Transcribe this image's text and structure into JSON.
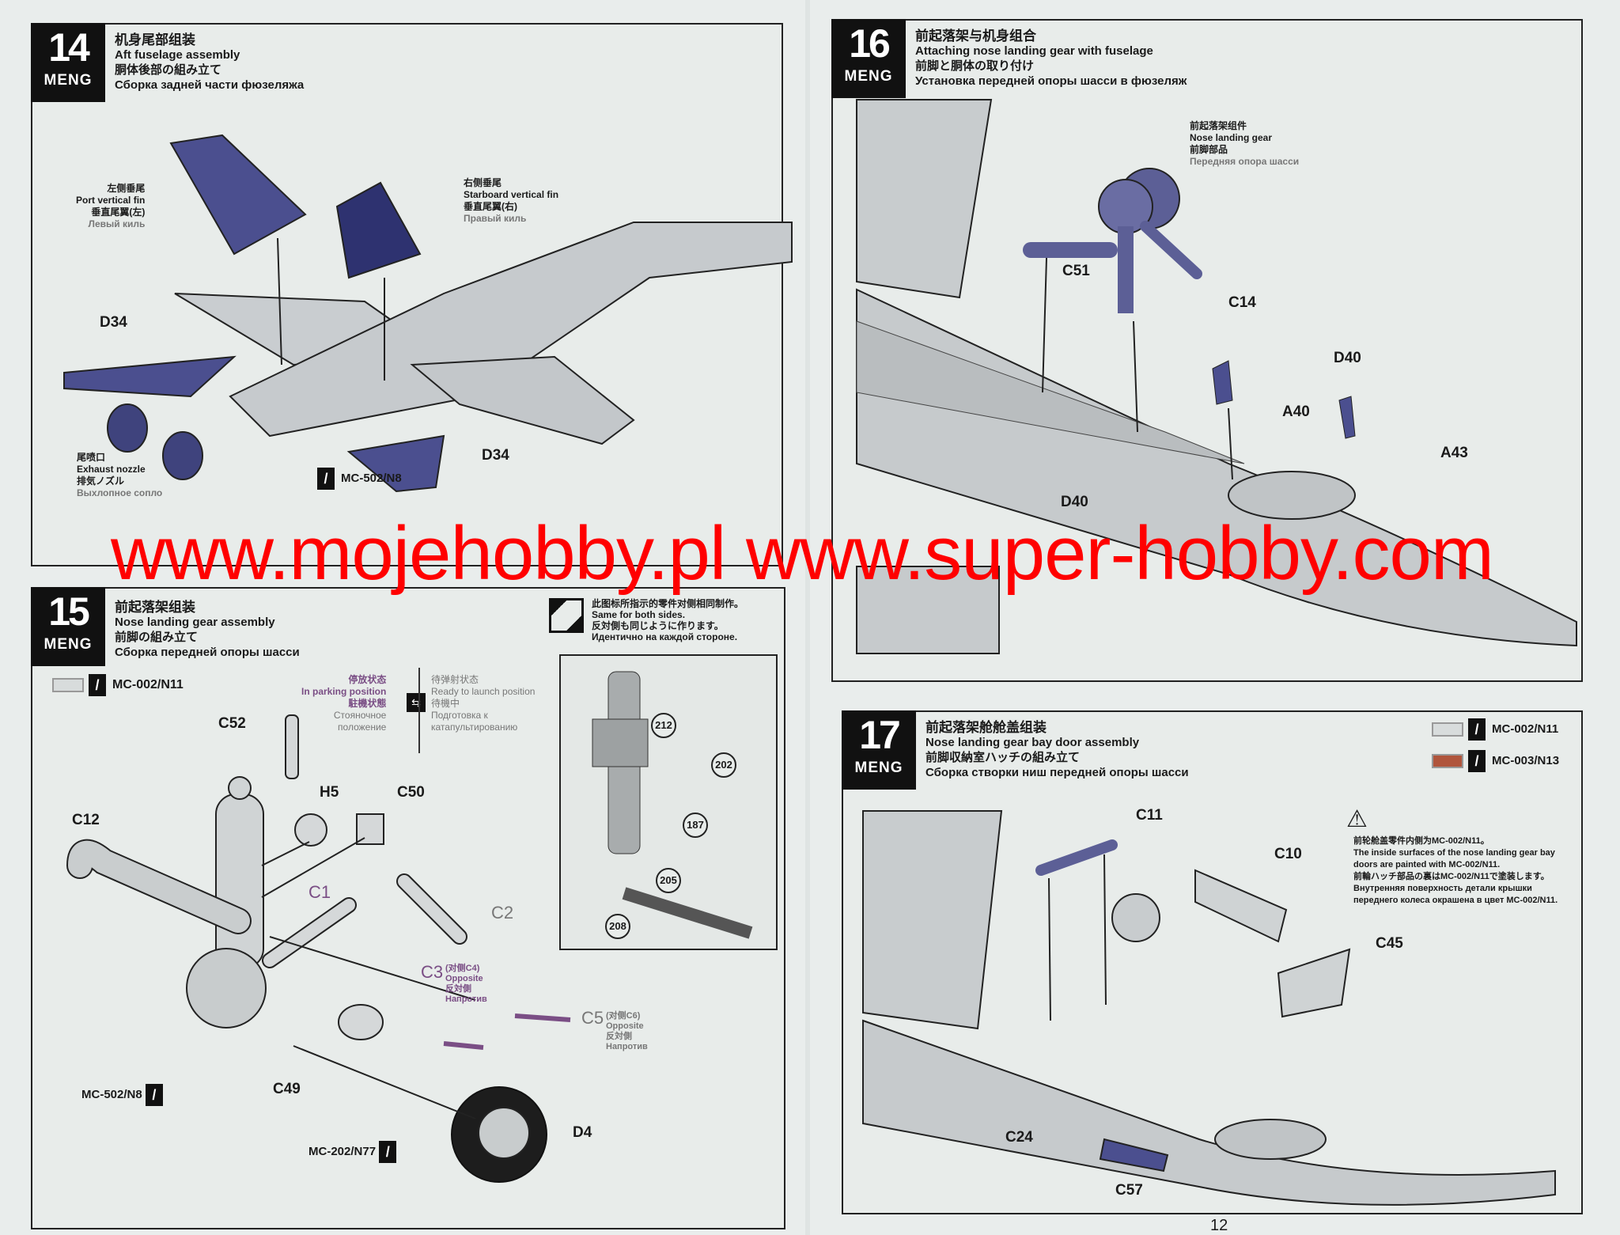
{
  "page_number": "12",
  "watermark": "www.mojehobby.pl www.super-hobby.com",
  "brand": "MENG",
  "colors": {
    "fin": "#4b4f8f",
    "paint_gray": "#d8dcdc",
    "paint_red": "#b0553c",
    "watermark": "#ff0000"
  },
  "steps": [
    {
      "number": "14",
      "zh": "机身尾部组装",
      "en": "Aft fuselage assembly",
      "jp": "胴体後部の組み立て",
      "ru": "Сборка задней части фюзеляжа",
      "labels": {
        "port_fin": [
          "左侧垂尾",
          "Port vertical fin",
          "垂直尾翼(左)",
          "Левый киль"
        ],
        "starboard_fin": [
          "右侧垂尾",
          "Starboard vertical fin",
          "垂直尾翼(右)",
          "Правый киль"
        ],
        "d34_left": "D34",
        "d34_right": "D34",
        "nozzle": [
          "尾喷口",
          "Exhaust nozzle",
          "排気ノズル",
          "Выхлопное сопло"
        ],
        "paint": "MC-502/N8"
      }
    },
    {
      "number": "15",
      "zh": "前起落架组装",
      "en": "Nose landing gear assembly",
      "jp": "前脚の組み立て",
      "ru": "Сборка передней опоры шасси",
      "paint": "MC-002/N11",
      "mirror_note": [
        "此图标所指示的零件对侧相同制作。",
        "Same for both sides.",
        "反対側も同じように作ります。",
        "Идентично на каждой стороне."
      ],
      "parking": [
        "停放状态",
        "In parking position",
        "駐機状態",
        "Стояночное",
        "положение"
      ],
      "launch": [
        "待弹射状态",
        "Ready to launch position",
        "待機中",
        "Подготовка к",
        "катапультированию"
      ],
      "parts": [
        "C52",
        "H5",
        "C50",
        "C12",
        "C1",
        "C2",
        "C3",
        "C5",
        "C49",
        "D4"
      ],
      "c3_note": [
        "(对侧C4)",
        "Opposite",
        "反対側",
        "Напротив"
      ],
      "c5_note": [
        "(对侧C6)",
        "Opposite",
        "反対側",
        "Напротив"
      ],
      "paint_n8": "MC-502/N8",
      "paint_n77": "MC-202/N77",
      "callouts": [
        "212",
        "202",
        "187",
        "205",
        "208"
      ]
    },
    {
      "number": "16",
      "zh": "前起落架与机身组合",
      "en": "Attaching nose landing gear with fuselage",
      "jp": "前脚と胴体の取り付け",
      "ru": "Установка передней опоры шасси в фюзеляж",
      "gear_label": [
        "前起落架组件",
        "Nose landing gear",
        "前脚部品",
        "Передняя опора шасси"
      ],
      "parts": [
        "C51",
        "C14",
        "D40",
        "A40",
        "A43",
        "D40"
      ]
    },
    {
      "number": "17",
      "zh": "前起落架舱舱盖组装",
      "en": "Nose landing gear bay door assembly",
      "jp": "前脚収納室ハッチの組み立て",
      "ru": "Сборка створки ниш передней опоры шасси",
      "paints": [
        "MC-002/N11",
        "MC-003/N13"
      ],
      "notes": [
        "前轮舱盖零件内侧为MC-002/N11。",
        "The inside surfaces of the nose landing gear bay doors are painted with MC-002/N11.",
        "前輪ハッチ部品の裏はMC-002/N11で塗装します。",
        "Внутренняя поверхность детали крышки переднего колеса окрашена в цвет MC-002/N11."
      ],
      "parts": [
        "C11",
        "C10",
        "C45",
        "C24",
        "C57"
      ]
    }
  ]
}
